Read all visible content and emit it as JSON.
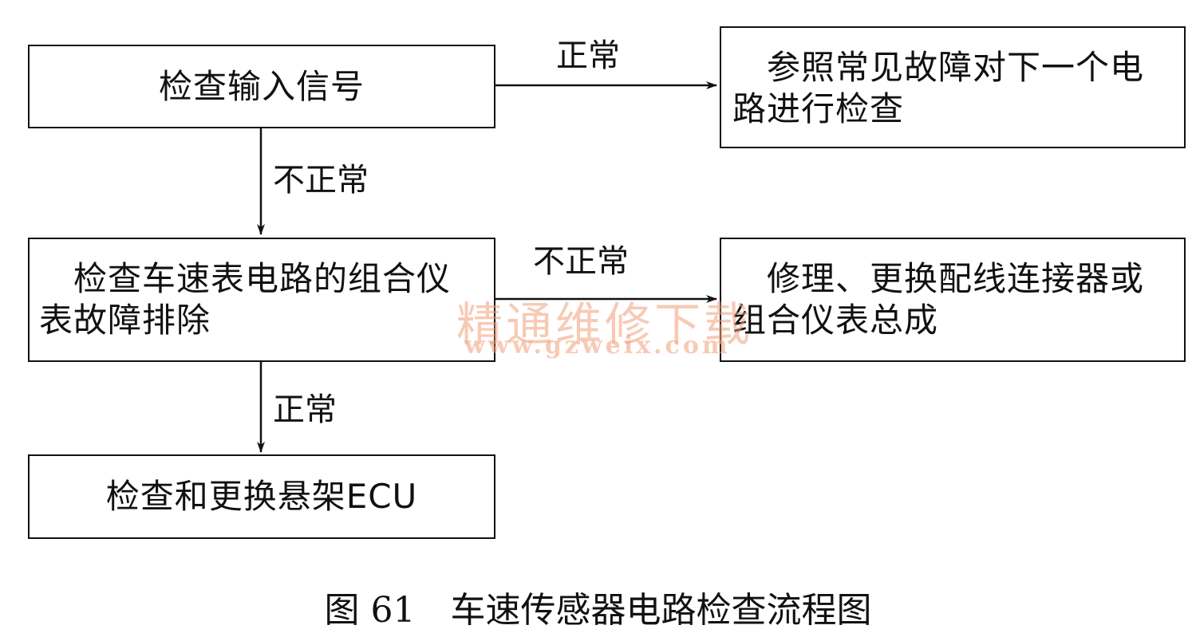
{
  "nodes": {
    "check_input": "检查输入信号",
    "next_circuit": "　参照常见故障对下一个电\n路进行检查",
    "check_meter": "　检查车速表电路的组合仪\n表故障排除",
    "repair": "　修理、更换配线连接器或\n组合仪表总成",
    "replace_ecu": "检查和更换悬架ECU"
  },
  "labels": {
    "normal_top": "正常",
    "abnormal_left": "不正常",
    "abnormal_mid": "不正常",
    "normal_bottom": "正常"
  },
  "caption": "图 61　车速传感器电路检查流程图",
  "watermark": {
    "text": "精通维修下载",
    "url": "www.gzweix.com",
    "color": "#f2a07a"
  }
}
